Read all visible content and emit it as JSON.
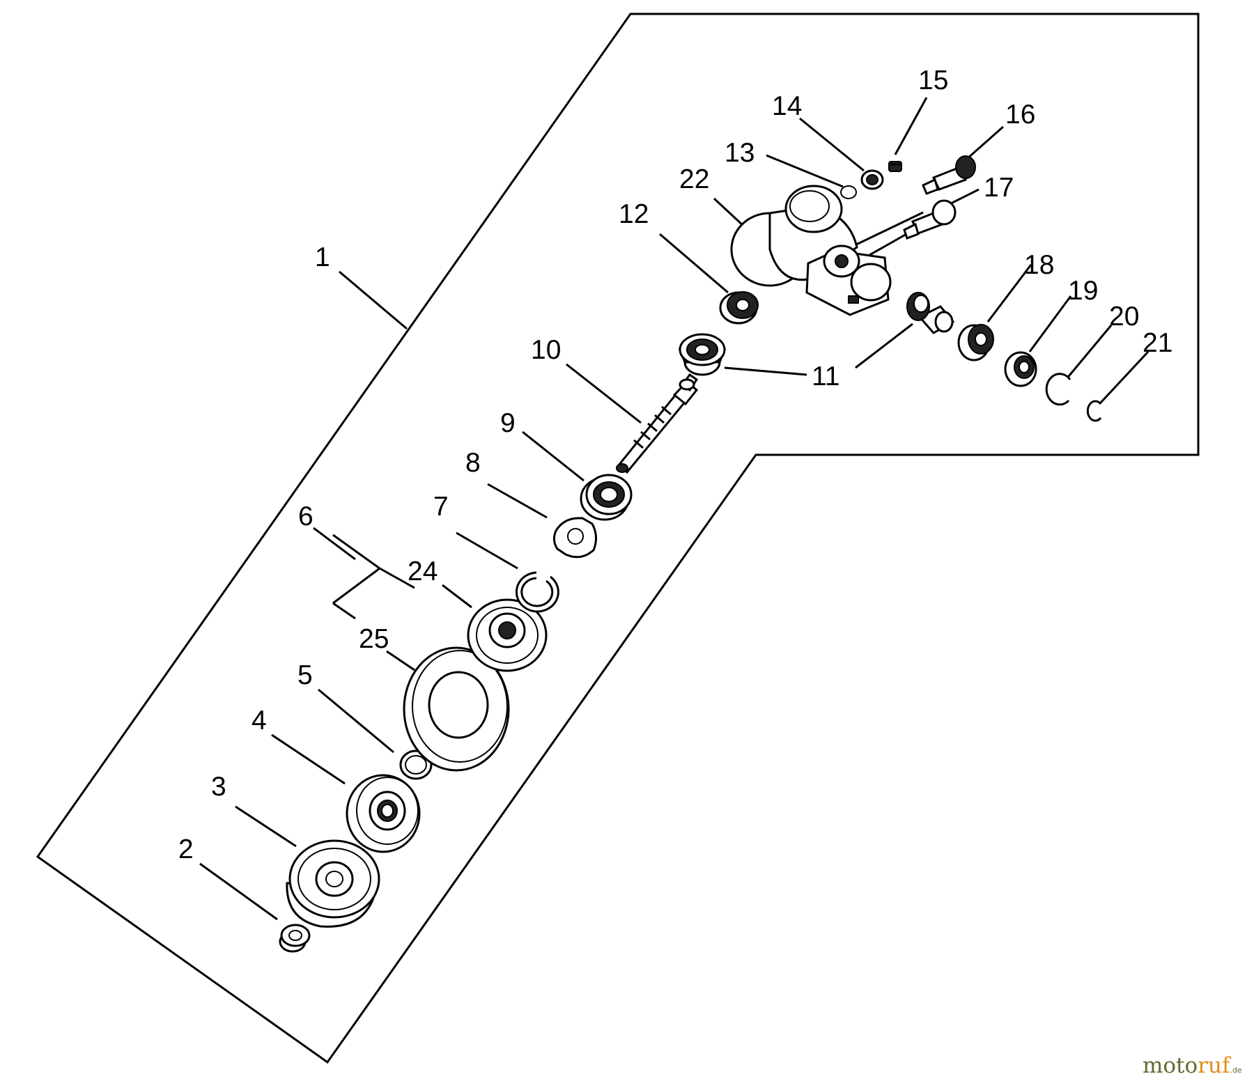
{
  "diagram": {
    "callouts": [
      "1",
      "2",
      "3",
      "4",
      "5",
      "6",
      "7",
      "8",
      "9",
      "10",
      "11",
      "11",
      "12",
      "13",
      "14",
      "15",
      "16",
      "17",
      "18",
      "19",
      "20",
      "21",
      "22",
      "24",
      "25"
    ]
  },
  "watermark": {
    "brand_part1": "moto",
    "brand_part2": "ruf",
    "suffix": ".de"
  },
  "colors": {
    "watermark_green": "#5e6b2f",
    "watermark_orange": "#e38b1c"
  }
}
